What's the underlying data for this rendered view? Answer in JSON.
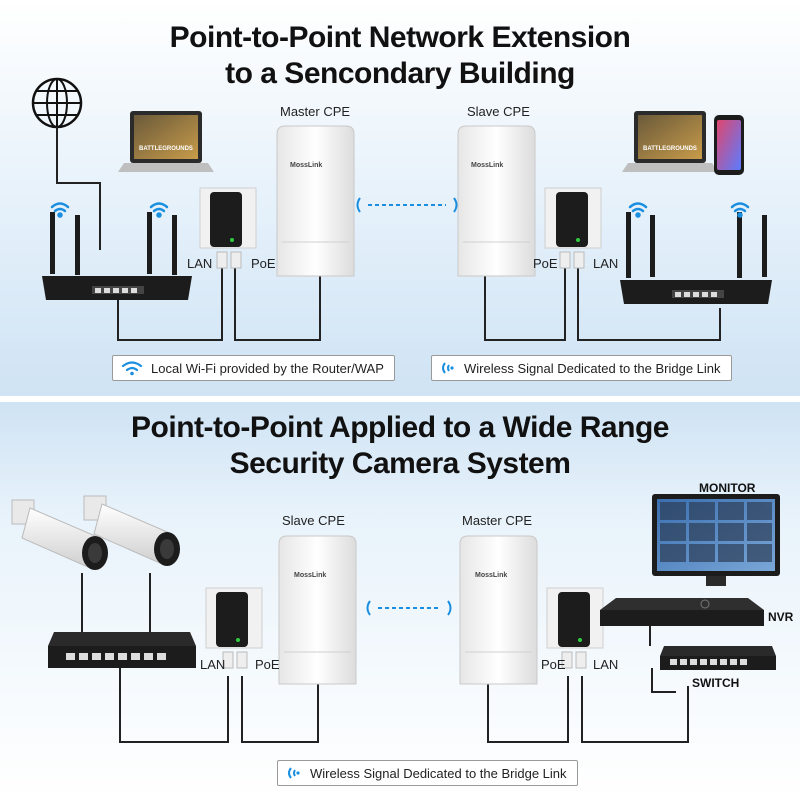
{
  "top": {
    "title_line1": "Point-to-Point Network Extension",
    "title_line2": "to a Sencondary Building",
    "master_label": "Master CPE",
    "slave_label": "Slave CPE",
    "lan_left": "LAN",
    "poe_left": "PoE",
    "poe_right": "PoE",
    "lan_right": "LAN",
    "cpe_brand_left": "MossLink",
    "cpe_brand_right": "MossLink",
    "legend_wifi": "Local Wi-Fi provided by the Router/WAP",
    "legend_bridge": "Wireless Signal Dedicated to the Bridge Link",
    "laptop_game": "BATTLEGROUNDS"
  },
  "bottom": {
    "title_line1": "Point-to-Point Applied to a Wide Range",
    "title_line2": "Security Camera System",
    "slave_label": "Slave CPE",
    "master_label": "Master CPE",
    "lan_left": "LAN",
    "poe_left": "PoE",
    "poe_right": "PoE",
    "lan_right": "LAN",
    "cpe_brand_left": "MossLink",
    "cpe_brand_right": "MossLink",
    "monitor_label": "MONITOR",
    "nvr_label": "NVR",
    "switch_label": "SWITCH",
    "legend_bridge": "Wireless Signal Dedicated to the Bridge Link"
  },
  "colors": {
    "wifi_blue": "#1a8fe0",
    "title_text": "#111111",
    "cable": "#222222",
    "device_dark": "#1c1c1c"
  }
}
